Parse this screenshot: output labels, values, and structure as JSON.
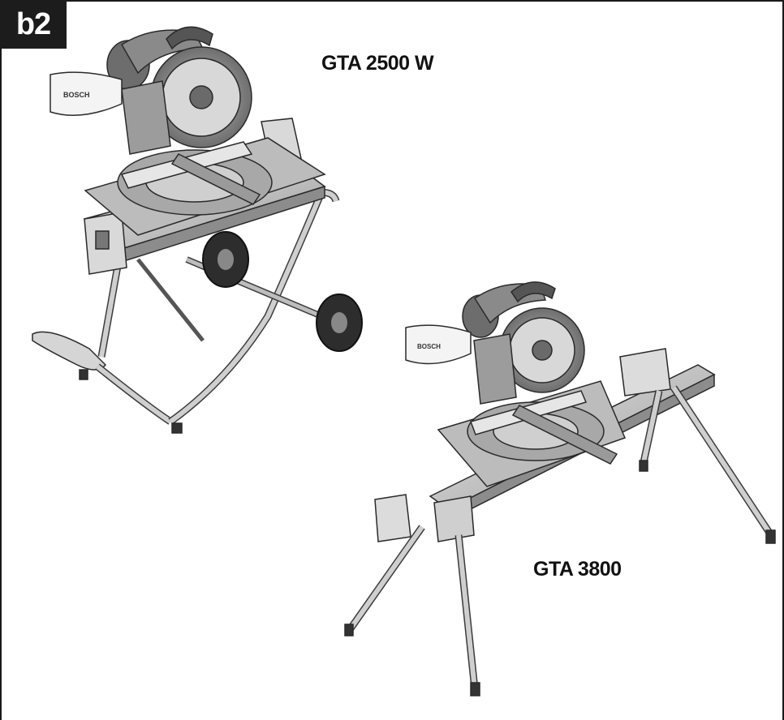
{
  "figure": {
    "badge": "b2",
    "models": {
      "first": "GTA 2500 W",
      "second": "GTA 3800"
    },
    "brand_mark": "BOSCH"
  },
  "colors": {
    "badge_bg": "#1c1c1c",
    "line": "#2a2a2a",
    "metal": "#c9c9c9",
    "dark": "#3a3a3a"
  },
  "icons": [
    "miter-saw-illustration",
    "stand-illustration",
    "wheel-icon"
  ]
}
